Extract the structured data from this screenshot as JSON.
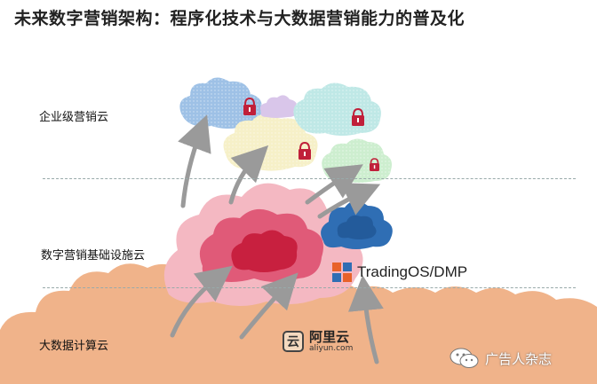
{
  "title": "未来数字营销架构：程序化技术与大数据营销能力的普及化",
  "layers": {
    "enterprise": "企业级营销云",
    "infrastructure": "数字营销基础设施云",
    "bigdata": "大数据计算云"
  },
  "brands": {
    "tradingos": "TradingOS/DMP",
    "aliyun_name": "阿里云",
    "aliyun_url": "aliyun.com",
    "wechat_account": "广告人杂志"
  },
  "icons": [
    "cloud-icon",
    "lock-icon",
    "arrow-icon",
    "tradingos-logo-icon",
    "aliyun-logo-icon",
    "wechat-icon"
  ],
  "colors": {
    "bigdata_cloud": "#f0b38a",
    "infra_outer": "#f4b8c2",
    "infra_mid": "#e05a78",
    "infra_inner": "#c8203f",
    "blue_cloud": "#2f6eb4",
    "ent_blue": "#9ec1e6",
    "ent_yellow": "#f6f0c8",
    "ent_teal": "#bfe8e6",
    "ent_green": "#cdeecf",
    "lock_red": "#c0203a"
  }
}
